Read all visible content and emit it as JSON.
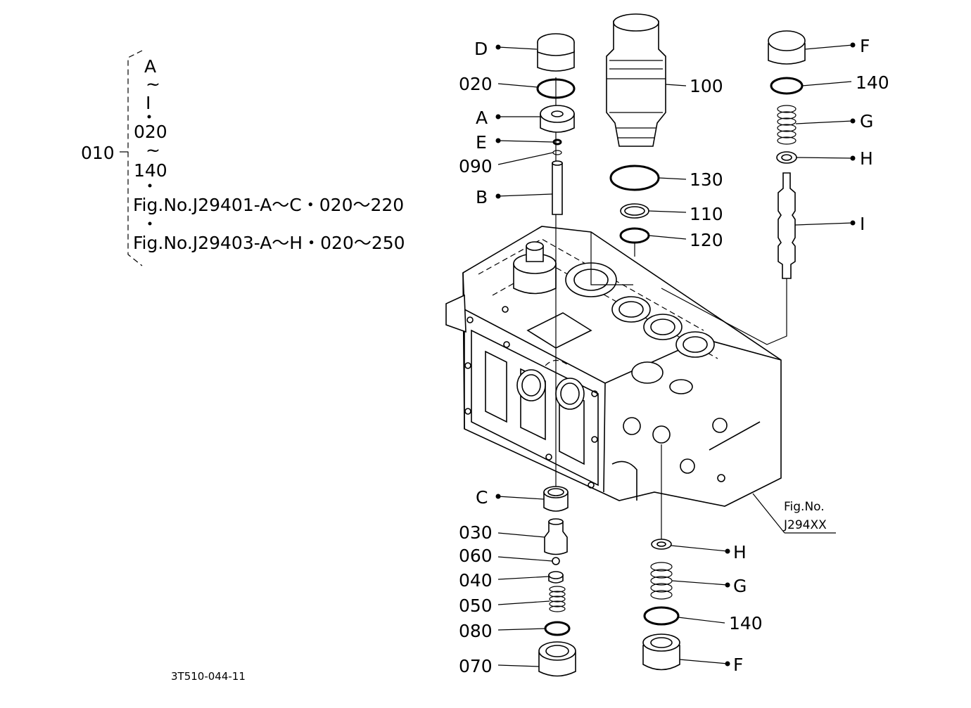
{
  "bracket": {
    "main_code": "010",
    "lines": [
      "A",
      "~",
      "I",
      "020",
      "~",
      "140",
      "Fig.No.J29401-A～C・020～220",
      "Fig.No.J29403-A～H・020～250"
    ]
  },
  "callouts": {
    "d": "D",
    "c020": "020",
    "a": "A",
    "e": "E",
    "c090": "090",
    "b": "B",
    "c100": "100",
    "c130": "130",
    "c110": "110",
    "c120": "120",
    "f_top": "F",
    "c140_top": "140",
    "g_top": "G",
    "h_top": "H",
    "i": "I",
    "c": "C",
    "c030": "030",
    "c060": "060",
    "c040": "040",
    "c050": "050",
    "c080": "080",
    "c070": "070",
    "h_bot": "H",
    "g_bot": "G",
    "c140_bot": "140",
    "f_bot": "F"
  },
  "figref": {
    "line1": "Fig.No.",
    "line2": "J294XX"
  },
  "drawing_code": "3T510-044-11"
}
